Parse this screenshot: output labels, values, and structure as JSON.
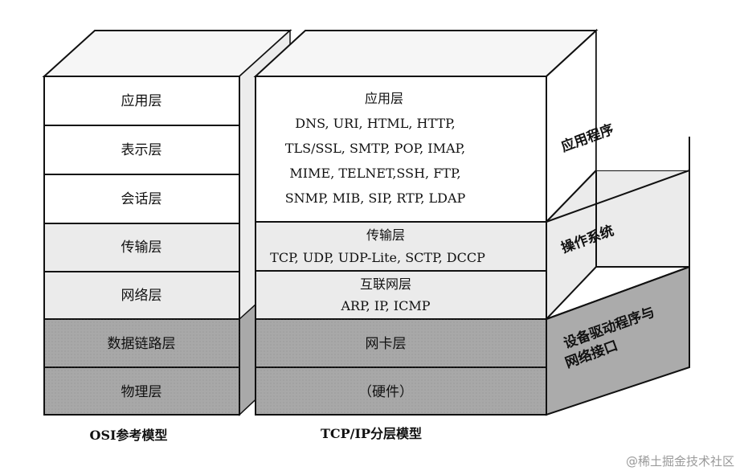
{
  "osi": {
    "layers": [
      "应用层",
      "表示层",
      "会话层",
      "传输层",
      "网络层",
      "数据链路层",
      "物理层"
    ],
    "caption": "OSI参考模型"
  },
  "tcpip": {
    "application": {
      "title": "应用层",
      "lines": [
        "DNS, URI, HTML, HTTP,",
        "TLS/SSL, SMTP, POP, IMAP,",
        "MIME, TELNET,SSH, FTP,",
        "SNMP, MIB, SIP, RTP, LDAP"
      ]
    },
    "transport": {
      "title": "传输层",
      "line": "TCP, UDP, UDP-Lite, SCTP, DCCP"
    },
    "internet": {
      "title": "互联网层",
      "line": "ARP, IP, ICMP"
    },
    "link": {
      "title": "网卡层"
    },
    "hardware": {
      "title": "（硬件）"
    },
    "caption": "TCP/IP分层模型"
  },
  "side": {
    "app": "应用程序",
    "os": "操作系统",
    "driver_line1": "设备驱动程序与",
    "driver_line2": "网络接口"
  },
  "watermark": "@稀土掘金技术社区",
  "colors": {
    "white": "#ffffff",
    "light": "#ebebeb",
    "mid": "#cbcbcb",
    "dark": "#9d9d9d"
  }
}
